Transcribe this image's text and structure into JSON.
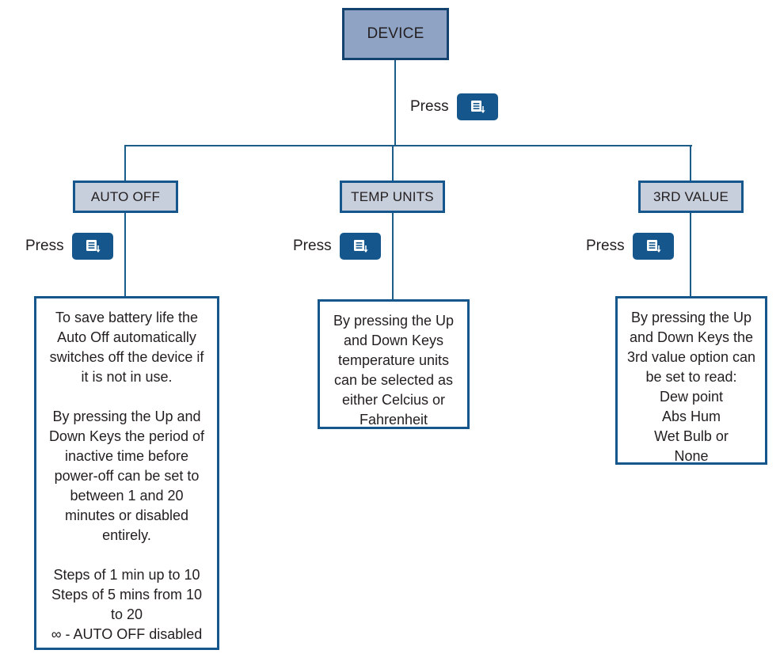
{
  "diagram": {
    "type": "flowchart",
    "title": "Device menu navigation flowchart",
    "colors": {
      "root_fill": "#8fa3c4",
      "branch_fill": "#c8cfdc",
      "border": "#15578c",
      "root_border": "#13426e",
      "line": "#1a5c8a",
      "button_fill": "#15578c",
      "text": "#231f20",
      "background": "#ffffff"
    }
  },
  "root": {
    "label": "DEVICE"
  },
  "press_root": {
    "label": "Press",
    "icon": "menu-down-key-icon"
  },
  "branches": [
    {
      "id": "auto-off",
      "label": "AUTO OFF",
      "press": {
        "label": "Press",
        "icon": "menu-down-key-icon"
      },
      "description": "To save battery life the Auto Off automatically switches off the device if it is not in use.\n\nBy pressing the Up and Down Keys the period of inactive time before power-off can be set to between 1 and 20 minutes or disabled entirely.\n\nSteps of 1 min up to 10\nSteps of 5 mins from 10 to 20\n∞ - AUTO OFF disabled"
    },
    {
      "id": "temp-units",
      "label": "TEMP UNITS",
      "press": {
        "label": "Press",
        "icon": "menu-down-key-icon"
      },
      "description": "By pressing the Up and Down Keys temperature units can be selected as either Celcius or Fahrenheit"
    },
    {
      "id": "3rd-value",
      "label": "3RD VALUE",
      "press": {
        "label": "Press",
        "icon": "menu-down-key-icon"
      },
      "description": "By pressing the Up and Down Keys the 3rd value option can be set to read:\nDew point\nAbs Hum\nWet Bulb or\nNone"
    }
  ]
}
